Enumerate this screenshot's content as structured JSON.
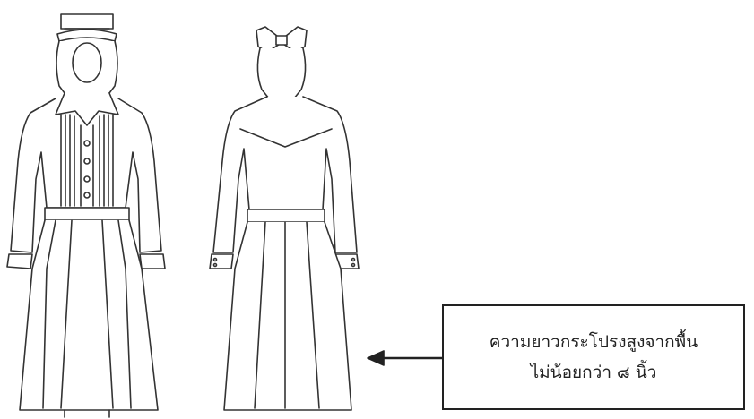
{
  "figure": {
    "views": [
      "front-view",
      "back-view"
    ]
  },
  "annotation": {
    "line1": "ความยาวกระโปรงสูงจากพื้น",
    "line2": "ไม่น้อยกว่า ๘ นิ้ว"
  },
  "colors": {
    "stroke": "#333333",
    "background": "#ffffff"
  }
}
